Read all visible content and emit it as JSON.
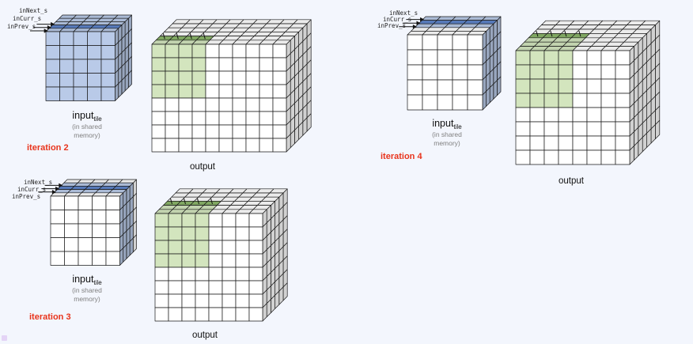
{
  "pointer_labels": {
    "next": "inNext_s",
    "curr": "inCurr_s",
    "prev": "inPrev_s"
  },
  "input_label": {
    "main": "input",
    "sub": "tile",
    "note_line1": "(in shared",
    "note_line2": "memory)"
  },
  "output_label": "output",
  "colors": {
    "background": "#f3f6fd",
    "input_highlight": "#b9cae8",
    "active_plane": "#5e83c9",
    "output_computed": "#d3e5be",
    "output_active": "#8bb56a",
    "iteration_label": "#e8341c"
  },
  "panels": [
    {
      "iteration": "iteration 2",
      "active_plane_index": 1
    },
    {
      "iteration": "iteration 3",
      "active_plane_index": 2
    },
    {
      "iteration": "iteration 4",
      "active_plane_index": 3
    }
  ]
}
